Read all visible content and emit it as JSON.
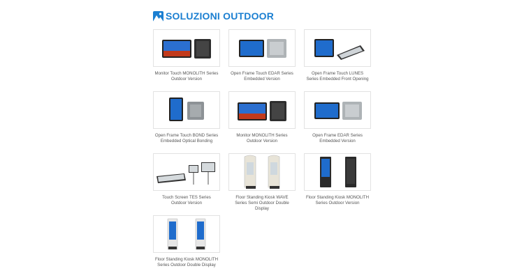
{
  "section": {
    "title": "SOLUZIONI OUTDOOR",
    "icon": "mountain-landscape-icon",
    "accent_color": "#1b7fd1"
  },
  "products": [
    {
      "caption": "Monitor Touch MONOLITH Series Outdoor Version",
      "image": "monitor-front-back"
    },
    {
      "caption": "Open Frame Touch EDAR Series Embedded Version",
      "image": "open-frame-front-back"
    },
    {
      "caption": "Open Frame Touch LUNES Series Embedded Front Opening",
      "image": "open-frame-tilted"
    },
    {
      "caption": "Open Frame Touch BOND Series Embedded Optical Bonding",
      "image": "open-frame-portrait"
    },
    {
      "caption": "Monitor MONOLITH Series Outdoor Version",
      "image": "monitor-front-back"
    },
    {
      "caption": "Open Frame EDAR Series Embedded Version",
      "image": "open-frame-front-back"
    },
    {
      "caption": "Touch Screen TES Series Outdoor Version",
      "image": "touch-screen-panels"
    },
    {
      "caption": "Floor Standing Kiosk WAVE Series Semi Outdoor Double Display",
      "image": "kiosk-wave"
    },
    {
      "caption": "Floor Standing Kiosk MONOLITH Series Outdoor Version",
      "image": "kiosk-monolith"
    },
    {
      "caption": "Floor Standing Kiosk MONOLITH Series Outdoor Double Display",
      "image": "kiosk-monolith-double"
    }
  ]
}
